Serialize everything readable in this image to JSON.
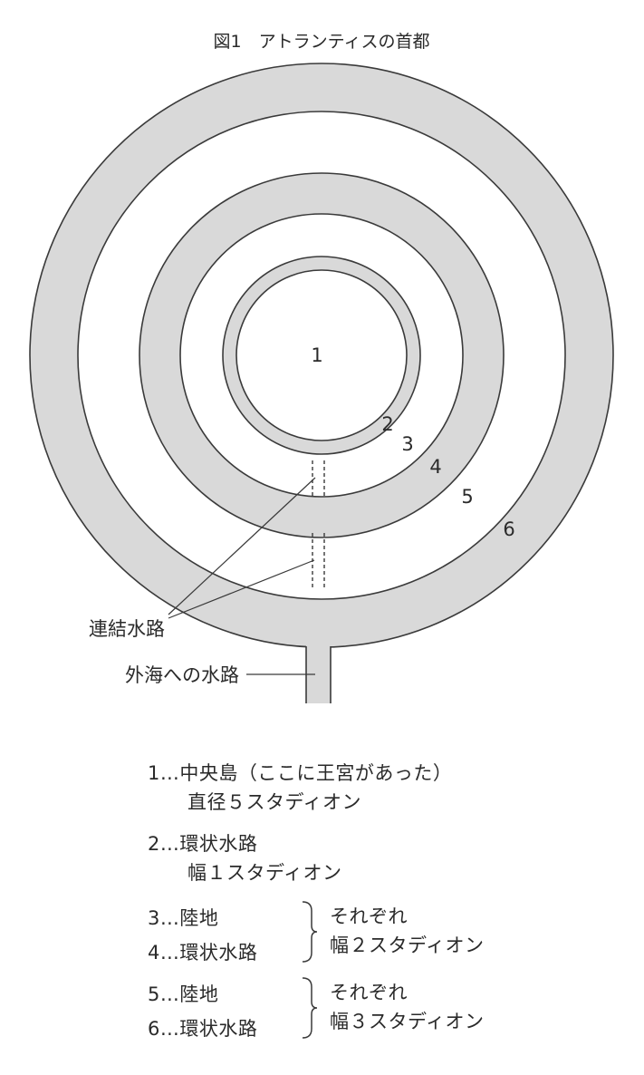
{
  "figure": {
    "title": "図1　アトランティスの首都",
    "zone_labels": [
      "1",
      "2",
      "3",
      "4",
      "5",
      "6"
    ],
    "connecting_canal_label": "連結水路",
    "outer_canal_label": "外海への水路",
    "colors": {
      "water": "#d9d9d9",
      "land": "#ffffff",
      "stroke": "#3a3a3a"
    }
  },
  "legend": {
    "item1": {
      "line1": "1…中央島（ここに王宮があった）",
      "line2": "直径５スタディオン"
    },
    "item2": {
      "line1": "2…環状水路",
      "line2": "幅１スタディオン"
    },
    "group1": {
      "item3": "3…陸地",
      "item4": "4…環状水路",
      "note1": "それぞれ",
      "note2": "幅２スタディオン"
    },
    "group2": {
      "item5": "5…陸地",
      "item6": "6…環状水路",
      "note1": "それぞれ",
      "note2": "幅３スタディオン"
    }
  }
}
